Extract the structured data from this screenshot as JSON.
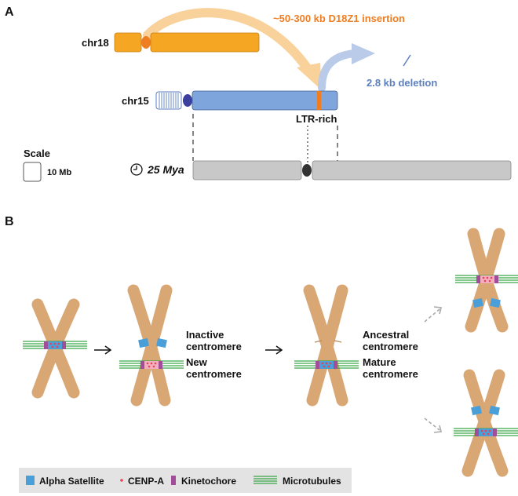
{
  "panel_a": {
    "label": "A",
    "chr18_label": "chr18",
    "chr15_label": "chr15",
    "insertion_label": "~50-300 kb D18Z1 insertion",
    "deletion_label": "2.8 kb deletion",
    "ltr_label": "LTR-rich",
    "scale_title": "Scale",
    "scale_value": "10 Mb",
    "time_label": "25 Mya"
  },
  "panel_b": {
    "label": "B",
    "inactive_label_line1": "Inactive",
    "inactive_label_line2": "centromere",
    "new_label_line1": "New",
    "new_label_line2": "centromere",
    "ancestral_label_line1": "Ancestral",
    "ancestral_label_line2": "centromere",
    "mature_label_line1": "Mature",
    "mature_label_line2": "centromere"
  },
  "legend": {
    "alpha_satellite": "Alpha Satellite",
    "cenp_a": "CENP-A",
    "kinetochore": "Kinetochore",
    "microtubules": "Microtubules"
  },
  "colors": {
    "chr18": "#f5a623",
    "chr18_centromere": "#ef7d22",
    "chr15": "#7fa6dc",
    "chr15_centromere": "#3b3fa0",
    "ancestral": "#c8c8c8",
    "arm": "#d8a774",
    "alpha_satellite": "#4a9fd8",
    "cenp_a": "#e8425b",
    "kinetochore": "#a24d9a",
    "microtubule": "#3aa64a",
    "insertion_text": "#ef7d22",
    "deletion_text": "#5b7fc0"
  }
}
